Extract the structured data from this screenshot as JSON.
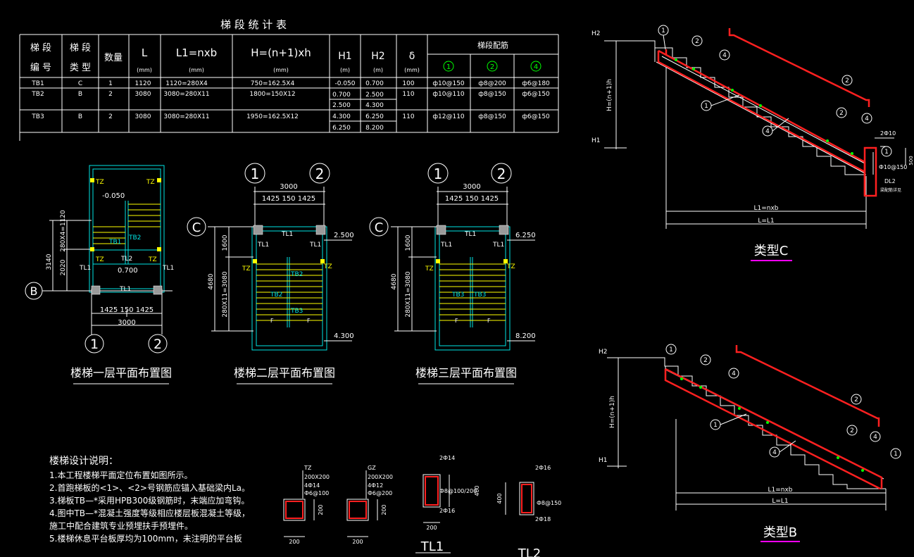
{
  "table": {
    "title": "梯 段 统 计 表",
    "headers": {
      "id_top": "梯 段",
      "id_bottom": "编 号",
      "type_top": "梯 段",
      "type_bottom": "类 型",
      "count": "数量",
      "L": "L",
      "L1": "L1=nxb",
      "H": "H=(n+1)xh",
      "H1": "H1",
      "H2": "H2",
      "delta": "δ",
      "unit_mm": "(mm)",
      "unit_m": "(m)",
      "rebar": "梯段配筋",
      "r1": "1",
      "r2": "2",
      "r4": "4"
    },
    "rows": [
      {
        "id": "TB1",
        "type": "C",
        "count": "1",
        "L": "1120",
        "L1": "1120=280X4",
        "H": "750=162.5X4",
        "H1": "-0.050",
        "H2": "0.700",
        "delta": "100",
        "r1": "ф10@150",
        "r2": "ф8@200",
        "r4": "ф6@180"
      },
      {
        "id": "TB2",
        "type": "B",
        "count": "2",
        "L": "3080",
        "L1": "3080=280X11",
        "H": "1800=150X12",
        "H1a": "0.700",
        "H2a": "2.500",
        "H1b": "2.500",
        "H2b": "4.300",
        "delta": "110",
        "r1": "ф10@110",
        "r2": "ф8@150",
        "r4": "ф6@150"
      },
      {
        "id": "TB3",
        "type": "B",
        "count": "2",
        "L": "3080",
        "L1": "3080=280X11",
        "H": "1950=162.5X12",
        "H1a": "4.300",
        "H2a": "6.250",
        "H1b": "6.250",
        "H2b": "8.200",
        "delta": "110",
        "r1": "ф12@110",
        "r2": "ф8@150",
        "r4": "ф6@150"
      }
    ]
  },
  "plans": {
    "p1": {
      "title": "楼梯一层平面布置图",
      "axis_left": "B",
      "axis_a": "1",
      "axis_b": "2",
      "dim_total": "3000",
      "dim_split": "1425 150 1425",
      "dim_v_total": "3140",
      "dim_v_a": "2020",
      "dim_v_b": "280X4=1120",
      "elev_a": "-0.050",
      "elev_b": "0.700",
      "tb1": "TB1",
      "tb2": "TB2",
      "tl1": "TL1",
      "tl2": "TL2",
      "tz": "TZ"
    },
    "p2": {
      "title": "楼梯二层平面布置图",
      "axis_left": "C",
      "axis_a": "1",
      "axis_b": "2",
      "dim_total": "3000",
      "dim_split": "1425 150 1425",
      "dim_v_total": "4680",
      "dim_v_a": "1600",
      "dim_v_b": "280X11=3080",
      "elev_a": "2.500",
      "elev_b": "4.300",
      "tb_a": "TB2",
      "tb_b": "TB2",
      "tb_c": "TB3",
      "tl1": "TL1",
      "tz": "TZ",
      "mark": "F"
    },
    "p3": {
      "title": "楼梯三层平面布置图",
      "axis_left": "C",
      "axis_a": "1",
      "axis_b": "2",
      "dim_total": "3000",
      "dim_split": "1425 150 1425",
      "dim_v_total": "4680",
      "dim_v_a": "1600",
      "dim_v_b": "280X11=3080",
      "elev_a": "6.250",
      "elev_b": "8.200",
      "tb_a": "TB3",
      "tb_b": "TB3",
      "tl1": "TL1",
      "tz": "TZ",
      "mark": "F"
    }
  },
  "typeC": {
    "title": "类型C",
    "h2": "H2",
    "h1": "H1",
    "height": "H=(n+1)h",
    "l1": "L1=nxb",
    "l": "L=L1",
    "c1": "1",
    "c2": "2",
    "c4": "4",
    "beam_top": "2Ф10",
    "beam_mid": "Ф10@150",
    "beam_name": "DL2",
    "beam_note": "梁配筋详见",
    "dim_500": "500"
  },
  "typeB": {
    "title": "类型B",
    "h2": "H2",
    "h1": "H1",
    "height": "H=(n+1)h",
    "l1": "L1=nxb",
    "l": "L=L1",
    "c1": "1",
    "c2": "2",
    "c4": "4"
  },
  "notes": {
    "title": "楼梯设计说明：",
    "lines": [
      "1.本工程楼梯平面定位布置如图所示。",
      "2.首跑梯板的<1>、<2>号钢筋应锚入基础梁内La。",
      "3.梯板TB—*采用HPB300级钢筋时，末端应加弯钩。",
      "4.图中TB—*混凝土强度等级相应楼层板混凝土等级，",
      "   施工中配合建筑专业预埋扶手预埋件。",
      "5.楼梯休息平台板厚均为100mm，未注明的平台板"
    ]
  },
  "sections": {
    "tz": {
      "name": "TZ",
      "size": "200X200",
      "bars": "4Ф14",
      "stir": "Ф6@100",
      "dim": "200",
      "dim_h": "200"
    },
    "gz": {
      "name": "GZ",
      "size": "200X200",
      "bars": "4Ф12",
      "stir": "Ф6@200",
      "dim": "200",
      "dim_h": "200"
    },
    "tl1": {
      "name": "TL1",
      "top": "2Ф14",
      "stir": "Ф8@100/200",
      "bot": "2Ф16",
      "width": "200",
      "height": "400"
    },
    "tl2": {
      "name": "TL2",
      "top": "2Ф16",
      "stir": "Ф8@150",
      "bot": "2Ф18",
      "height": "400"
    }
  },
  "colors": {
    "line": "#ffffff",
    "text": "#ffffff",
    "yellow": "#ffff00",
    "cyan": "#00e5e5",
    "green": "#00ff00",
    "red": "#ff2020",
    "magenta": "#ff00ff",
    "gray": "#9a9a9a"
  }
}
